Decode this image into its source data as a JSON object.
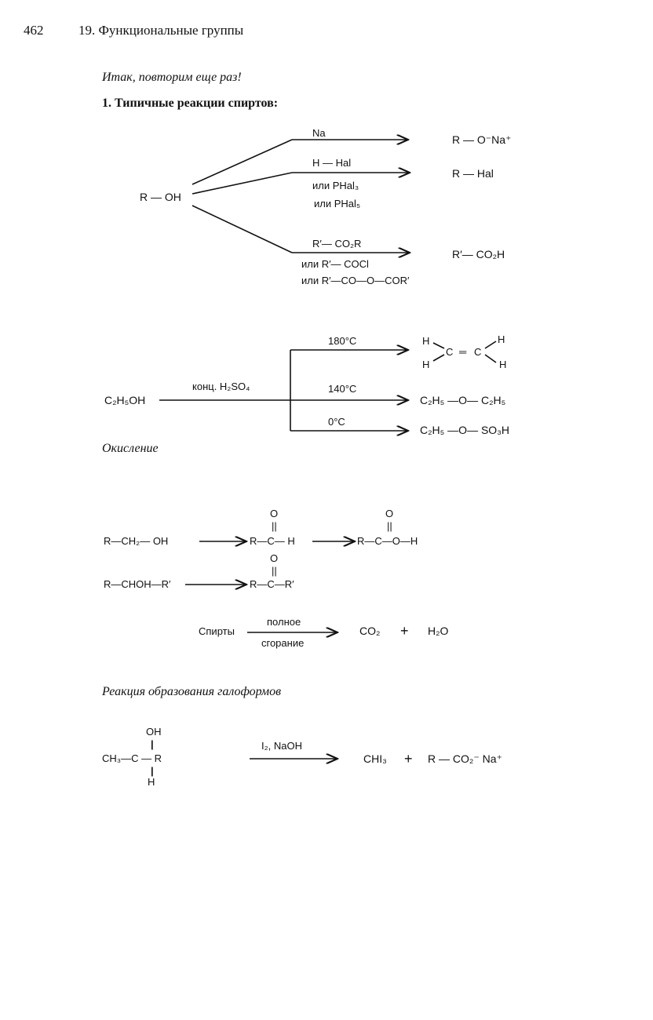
{
  "header": {
    "page_number": "462",
    "chapter": "19. Функциональные группы"
  },
  "intro": "Итак, повторим еще раз!",
  "section1_title": "1. Типичные реакции спиртов:",
  "scheme1": {
    "reactant": "R — OH",
    "branches": [
      {
        "reagents": [
          "Na"
        ],
        "product": "R — O⁻Na⁺"
      },
      {
        "reagents": [
          "H — Hal",
          "или PHal₃",
          "или PHal₅"
        ],
        "product": "R — Hal"
      },
      {
        "reagents": [
          "R′— CO₂R",
          "или R′— COCl",
          "или R′—CO—O—COR′"
        ],
        "product": "R′— CO₂H"
      }
    ]
  },
  "scheme2": {
    "reactant": "C₂H₅OH",
    "reagent": "конц. H₂SO₄",
    "branches": [
      {
        "condition": "180°C",
        "product_atoms": [
          "H",
          "H",
          "C",
          "═",
          "C",
          "H",
          "H"
        ]
      },
      {
        "condition": "140°C",
        "product": "C₂H₅ —O— C₂H₅"
      },
      {
        "condition": "0°C",
        "product": "C₂H₅ —O— SO₃H"
      }
    ]
  },
  "oxidation": {
    "title": "Окисление",
    "row1": {
      "reactant": "R—CH₂— OH",
      "intermediate": "R—C— H",
      "product": "R—C—O—H",
      "o": "O",
      "dbl": "||"
    },
    "row2": {
      "reactant": "R—CHOH—R′",
      "product": "R—C—R′",
      "o": "O",
      "dbl": "||"
    },
    "combustion": {
      "reactant": "Спирты",
      "above": "полное",
      "below": "сгорание",
      "p1": "CO₂",
      "plus": "+",
      "p2": "H₂O"
    }
  },
  "haloform": {
    "title": "Реакция образования галоформов",
    "oh": "OH",
    "bond": "|",
    "main": "CH₃—C — R",
    "h": "H",
    "reagent": "I₂, NaOH",
    "p1": "CHI₃",
    "plus": "+",
    "p2": "R — CO₂⁻ Na⁺"
  }
}
